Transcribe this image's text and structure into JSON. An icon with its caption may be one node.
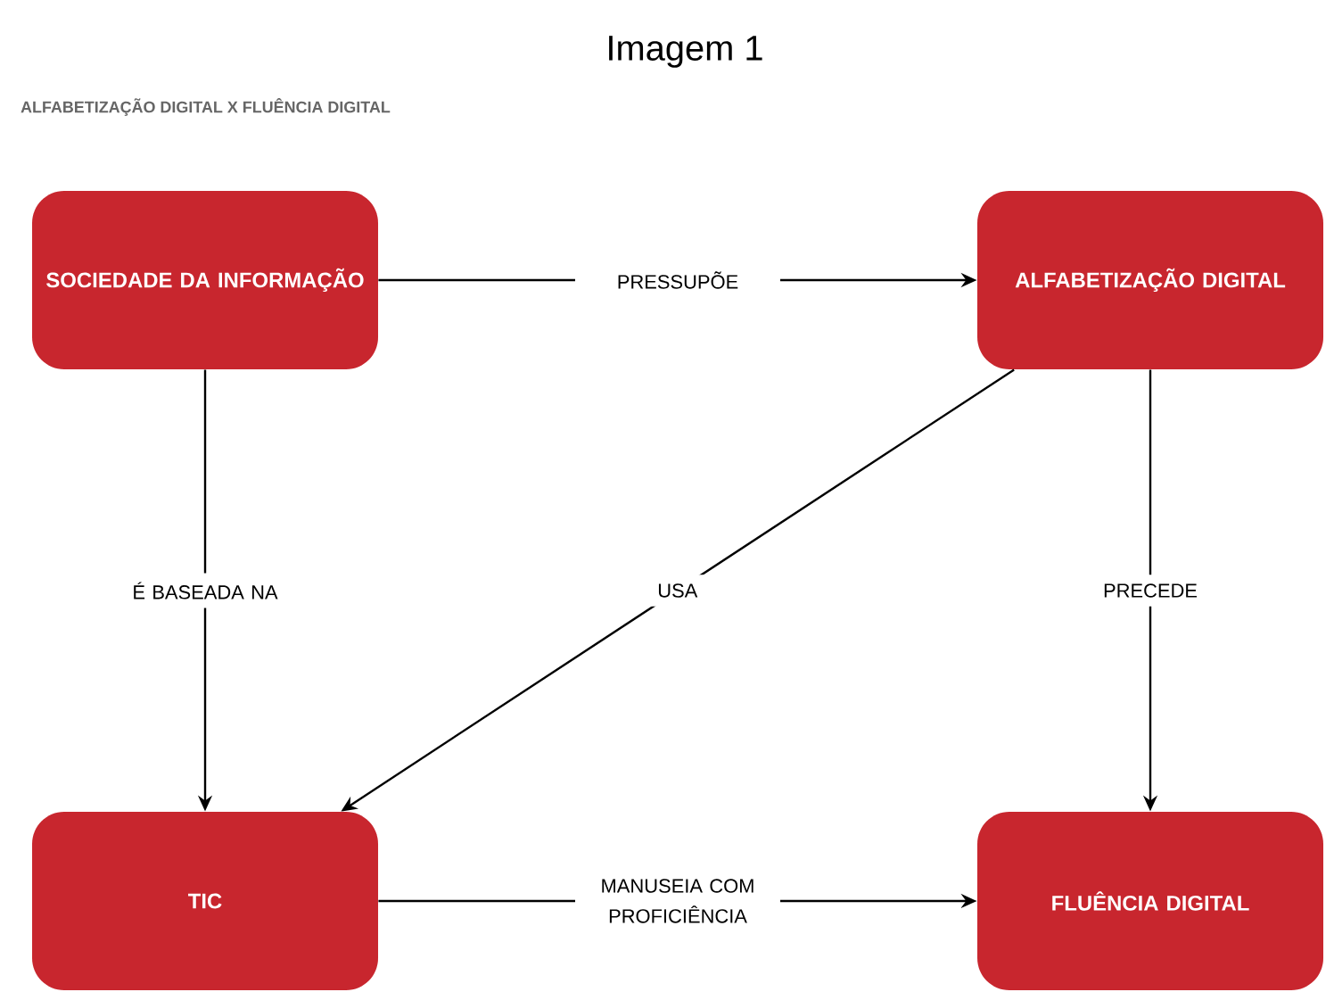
{
  "diagram": {
    "title": "Imagem 1",
    "nodes": [
      {
        "text": [
          "SOCIEDADE DA INFORMAÇÃO"
        ]
      },
      {
        "text": [
          "ALFABETIZAÇÃO DIGITAL"
        ]
      },
      {
        "text": [
          "TIC"
        ]
      },
      {
        "text": [
          "FLUÊNCIA DIGITAL"
        ]
      }
    ],
    "edges": [
      {
        "from": 0,
        "to": 1,
        "arrow": "to",
        "label": "PRESSUPÕE"
      },
      {
        "from": 0,
        "to": 2,
        "arrow": "to",
        "label": "É BASEADA NA"
      },
      {
        "from": 1,
        "to": 2,
        "arrow": "to",
        "label": "USA"
      },
      {
        "from": 1,
        "to": 3,
        "arrow": "to",
        "label": "PRECEDE"
      },
      {
        "from": 2,
        "to": 3,
        "arrow": "to",
        "label": "MANUSEIA COM PROFICIÊNCIA"
      }
    ],
    "labels": [
      "ALFABETIZAÇÃO DIGITAL X FLUÊNCIA DIGITAL"
    ]
  }
}
